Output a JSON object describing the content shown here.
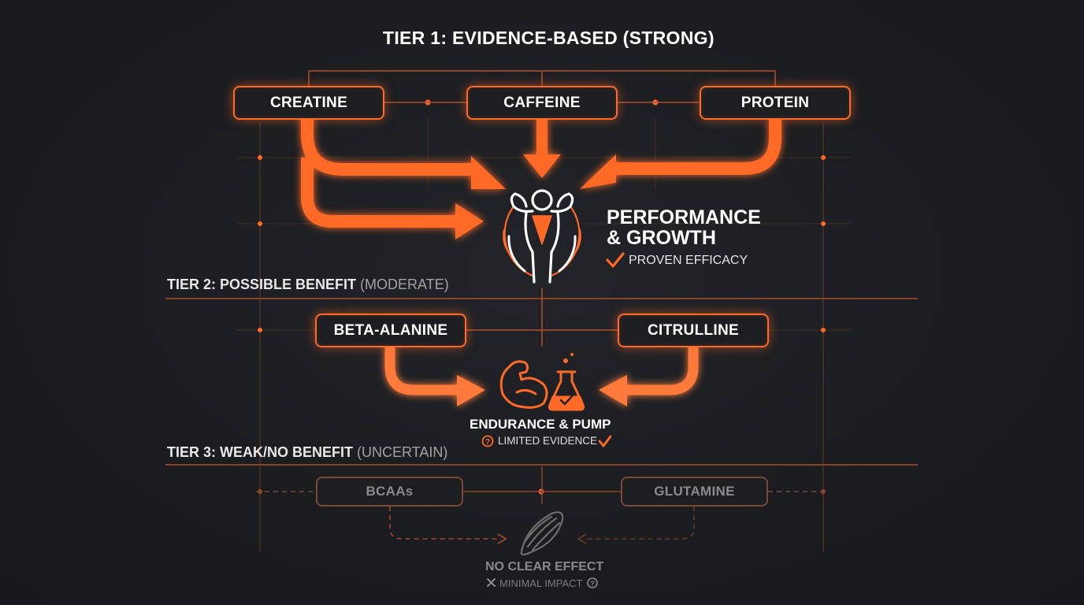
{
  "title": "TIER 1: EVIDENCE-BASED (STRONG)",
  "tier2": {
    "label": "TIER 2: POSSIBLE BENEFIT",
    "qualifier": "(MODERATE)"
  },
  "tier3": {
    "label": "TIER 3: WEAK/NO BENEFIT",
    "qualifier": "(UNCERTAIN)"
  },
  "tier1_items": [
    "CREATINE",
    "CAFFEINE",
    "PROTEIN"
  ],
  "tier2_items": [
    "BETA-ALANINE",
    "CITRULLINE"
  ],
  "tier3_items": [
    "BCAAs",
    "GLUTAMINE"
  ],
  "outcome1": {
    "line1": "PERFORMANCE",
    "line2": "& GROWTH",
    "note": "PROVEN EFFICACY"
  },
  "outcome2": {
    "title": "ENDURANCE & PUMP",
    "note": "LIMITED EVIDENCE"
  },
  "outcome3": {
    "title": "NO CLEAR EFFECT",
    "note": "MINIMAL IMPACT"
  },
  "colors": {
    "accent": "#ff6a26",
    "background": "#1b1d21",
    "dim_border": "#7a4a33",
    "text": "#ffffff"
  },
  "icons": [
    "muscular-body-icon",
    "flexed-arm-icon",
    "flask-icon",
    "muscle-fiber-icon",
    "checkmark-icon",
    "question-icon",
    "x-mark-icon"
  ]
}
